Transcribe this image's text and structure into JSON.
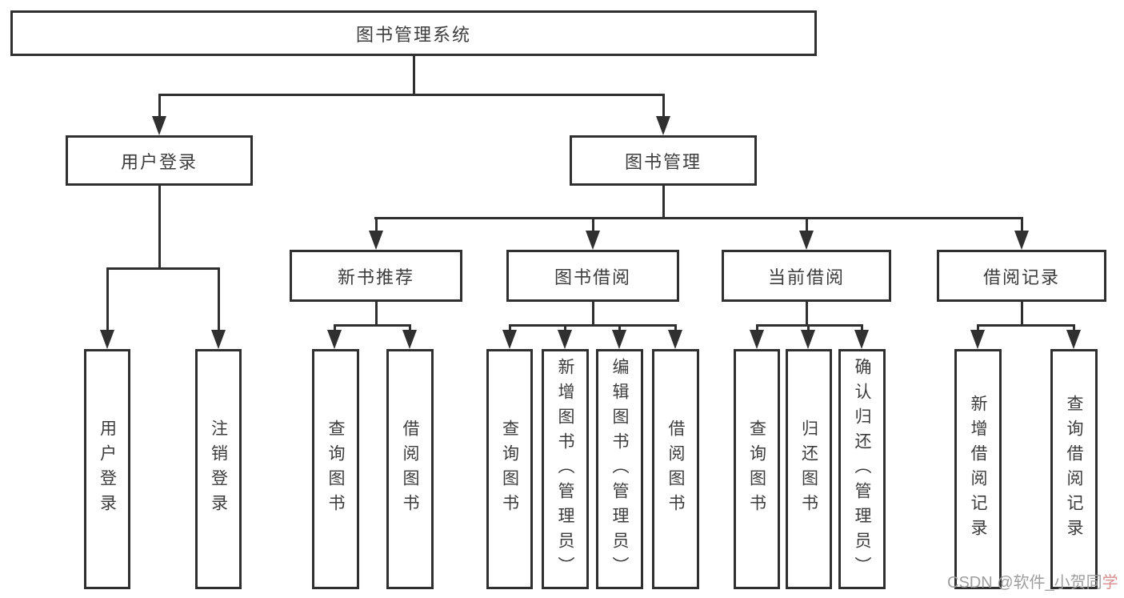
{
  "tree": {
    "root": {
      "label": "图书管理系统"
    },
    "branches": [
      {
        "label": "用户登录",
        "children": [
          {
            "label": "用户登录"
          },
          {
            "label": "注销登录"
          }
        ]
      },
      {
        "label": "图书管理",
        "children": [
          {
            "label": "新书推荐",
            "children": [
              {
                "label": "查询图书"
              },
              {
                "label": "借阅图书"
              }
            ]
          },
          {
            "label": "图书借阅",
            "children": [
              {
                "label": "查询图书"
              },
              {
                "label": "新增图书（管理员）"
              },
              {
                "label": "编辑图书（管理员）"
              },
              {
                "label": "借阅图书"
              }
            ]
          },
          {
            "label": "当前借阅",
            "children": [
              {
                "label": "查询图书"
              },
              {
                "label": "归还图书"
              },
              {
                "label": "确认归还（管理员）"
              }
            ]
          },
          {
            "label": "借阅记录",
            "children": [
              {
                "label": "新增借阅记录"
              },
              {
                "label": "查询借阅记录"
              }
            ]
          }
        ]
      }
    ]
  },
  "watermark": {
    "prefix": "CSDN @软件_小贺同",
    "suffix": "学"
  },
  "colors": {
    "line": "#303030",
    "text": "#3c3c3c",
    "watermark_gray": "#9e9e9e",
    "watermark_accent": "#d98f8f"
  }
}
